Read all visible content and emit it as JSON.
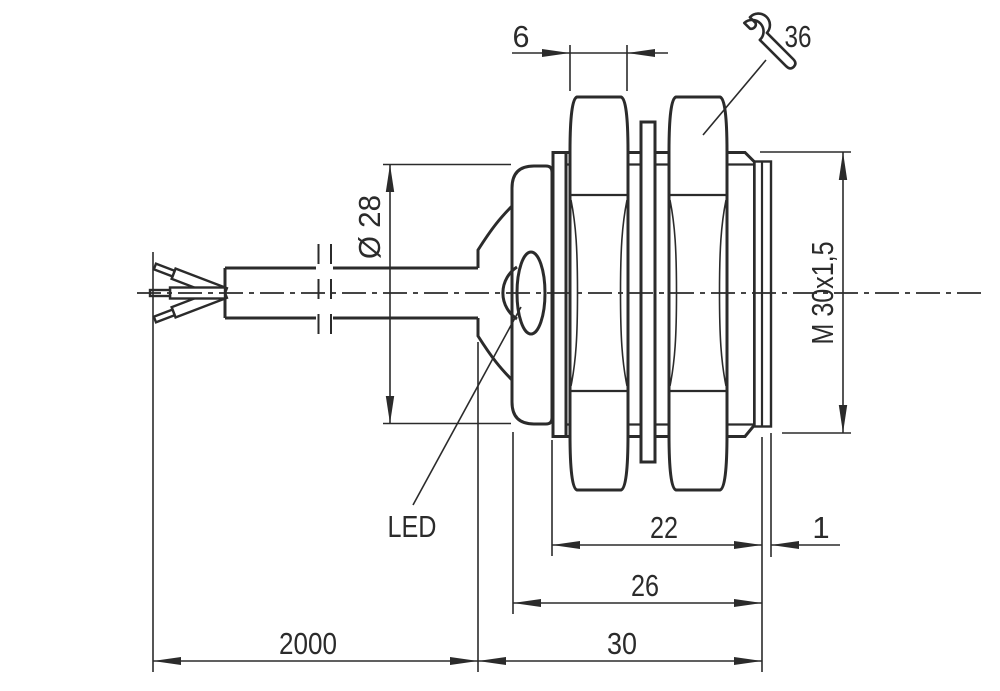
{
  "colors": {
    "line": "#2b2b2b",
    "background": "#ffffff"
  },
  "labels": {
    "led": "LED",
    "wrench_size": "36"
  },
  "dimensions": {
    "nut_width": "6",
    "housing_diameter": "Ø 28",
    "thread_spec": "M 30x1,5",
    "thread_length": "22",
    "face_thickness": "1",
    "front_length": "26",
    "body_length": "30",
    "cable_length": "2000"
  }
}
